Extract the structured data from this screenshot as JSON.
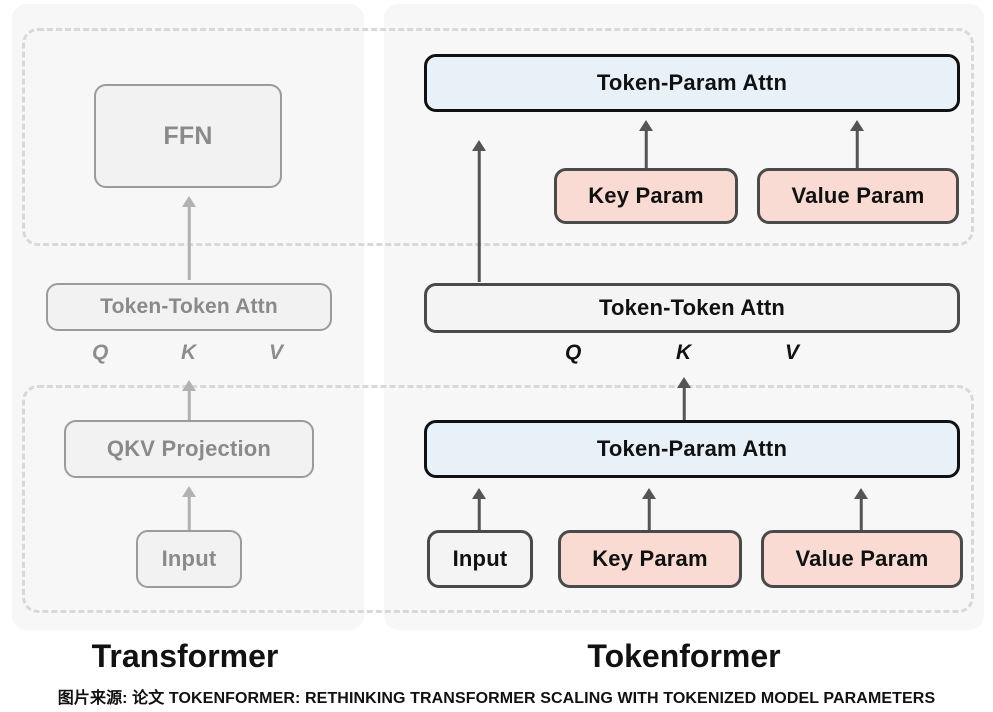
{
  "figure": {
    "left_panel": {
      "title": "Transformer",
      "nodes": [
        {
          "id": "ffn",
          "label": "FFN"
        },
        {
          "id": "token-token",
          "label": "Token-Token Attn"
        },
        {
          "id": "qkv-projection",
          "label": "QKV Projection"
        },
        {
          "id": "input",
          "label": "Input"
        }
      ],
      "qkv_labels": [
        "Q",
        "K",
        "V"
      ]
    },
    "right_panel": {
      "title": "Tokenformer",
      "nodes": [
        {
          "id": "token-param-top",
          "label": "Token-Param Attn"
        },
        {
          "id": "key-param-top",
          "label": "Key Param"
        },
        {
          "id": "value-param-top",
          "label": "Value Param"
        },
        {
          "id": "token-token",
          "label": "Token-Token Attn"
        },
        {
          "id": "token-param-bottom",
          "label": "Token-Param Attn"
        },
        {
          "id": "input",
          "label": "Input"
        },
        {
          "id": "key-param-bottom",
          "label": "Key Param"
        },
        {
          "id": "value-param-bottom",
          "label": "Value Param"
        }
      ],
      "qkv_labels": [
        "Q",
        "K",
        "V"
      ]
    },
    "source_caption": "图片来源: 论文 TOKENFORMER: RETHINKING TRANSFORMER SCALING WITH TOKENIZED MODEL PARAMETERS",
    "colors": {
      "page_background": "#ffffff",
      "panel_background": "#f7f7f7",
      "dashed_border": "#d8d8d8",
      "active_border": "#111111",
      "blue_fill": "#e8f0f8",
      "pink_fill": "#f9dbd3",
      "plain_fill": "#f4f4f4",
      "faded_text": "#8a8a8a",
      "faded_border": "#9b9b9b",
      "arrow_active": "#555555",
      "arrow_faded": "#b2b2b2"
    }
  }
}
